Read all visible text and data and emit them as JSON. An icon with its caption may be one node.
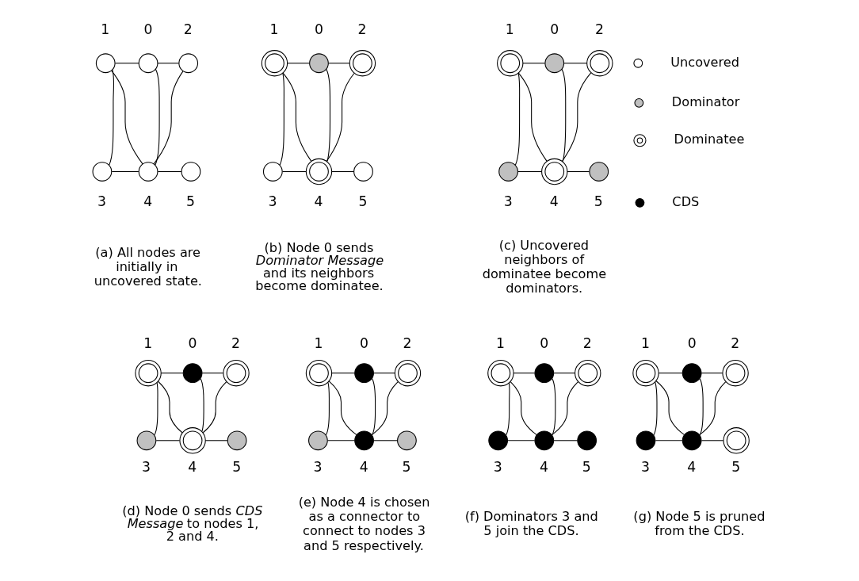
{
  "diagram": {
    "nodes": [
      {
        "text": [],
        "shape": "circle",
        "beside": [
          "1"
        ]
      },
      {
        "text": [],
        "shape": "circle",
        "beside": [
          "0"
        ]
      },
      {
        "text": [],
        "shape": "circle",
        "beside": [
          "2"
        ]
      },
      {
        "text": [],
        "shape": "circle",
        "beside": [
          "3"
        ]
      },
      {
        "text": [],
        "shape": "circle",
        "beside": [
          "4"
        ]
      },
      {
        "text": [],
        "shape": "circle",
        "beside": [
          "5"
        ]
      },
      {
        "text": [],
        "shape": "circle",
        "beside": [
          "1"
        ]
      },
      {
        "text": [],
        "shape": "circle",
        "beside": [
          "0"
        ]
      },
      {
        "text": [],
        "shape": "circle",
        "beside": [
          "2"
        ]
      },
      {
        "text": [],
        "shape": "circle",
        "beside": [
          "3"
        ]
      },
      {
        "text": [],
        "shape": "circle",
        "beside": [
          "4"
        ]
      },
      {
        "text": [],
        "shape": "circle",
        "beside": [
          "5"
        ]
      },
      {
        "text": [],
        "shape": "circle",
        "beside": [
          "1"
        ]
      },
      {
        "text": [],
        "shape": "circle",
        "beside": [
          "0"
        ]
      },
      {
        "text": [],
        "shape": "circle",
        "beside": [
          "2"
        ]
      },
      {
        "text": [],
        "shape": "circle",
        "beside": [
          "3"
        ]
      },
      {
        "text": [],
        "shape": "circle",
        "beside": [
          "4"
        ]
      },
      {
        "text": [],
        "shape": "circle",
        "beside": [
          "5"
        ]
      },
      {
        "text": [],
        "shape": "circle",
        "beside": [
          "1"
        ]
      },
      {
        "text": [],
        "shape": "circle",
        "beside": [
          "0"
        ]
      },
      {
        "text": [],
        "shape": "circle",
        "beside": [
          "2"
        ]
      },
      {
        "text": [],
        "shape": "circle",
        "beside": [
          "3"
        ]
      },
      {
        "text": [],
        "shape": "circle",
        "beside": [
          "4"
        ]
      },
      {
        "text": [],
        "shape": "circle",
        "beside": [
          "5"
        ]
      },
      {
        "text": [],
        "shape": "circle",
        "beside": [
          "1"
        ]
      },
      {
        "text": [],
        "shape": "circle",
        "beside": [
          "0"
        ]
      },
      {
        "text": [],
        "shape": "circle",
        "beside": [
          "2"
        ]
      },
      {
        "text": [],
        "shape": "circle",
        "beside": [
          "3"
        ]
      },
      {
        "text": [],
        "shape": "circle",
        "beside": [
          "4"
        ]
      },
      {
        "text": [],
        "shape": "circle",
        "beside": [
          "5"
        ]
      },
      {
        "text": [],
        "shape": "circle",
        "beside": [
          "1"
        ]
      },
      {
        "text": [],
        "shape": "circle",
        "beside": [
          "0"
        ]
      },
      {
        "text": [],
        "shape": "circle",
        "beside": [
          "2"
        ]
      },
      {
        "text": [],
        "shape": "circle",
        "beside": [
          "3"
        ]
      },
      {
        "text": [],
        "shape": "circle",
        "beside": [
          "4"
        ]
      },
      {
        "text": [],
        "shape": "circle",
        "beside": [
          "5"
        ]
      },
      {
        "text": [],
        "shape": "circle",
        "beside": [
          "1"
        ]
      },
      {
        "text": [],
        "shape": "circle",
        "beside": [
          "0"
        ]
      },
      {
        "text": [],
        "shape": "circle",
        "beside": [
          "2"
        ]
      },
      {
        "text": [],
        "shape": "circle",
        "beside": [
          "3"
        ]
      },
      {
        "text": [],
        "shape": "circle",
        "beside": [
          "4"
        ]
      },
      {
        "text": [],
        "shape": "circle",
        "beside": [
          "5"
        ]
      }
    ],
    "edges": [
      {
        "from": 0,
        "to": 1,
        "arrow": "none"
      },
      {
        "from": 1,
        "to": 2,
        "arrow": "none"
      },
      {
        "from": 0,
        "to": 3,
        "arrow": "none"
      },
      {
        "from": 0,
        "to": 4,
        "arrow": "none"
      },
      {
        "from": 1,
        "to": 4,
        "arrow": "none"
      },
      {
        "from": 2,
        "to": 4,
        "arrow": "none"
      },
      {
        "from": 3,
        "to": 4,
        "arrow": "none"
      },
      {
        "from": 4,
        "to": 5,
        "arrow": "none"
      },
      {
        "from": 6,
        "to": 7,
        "arrow": "none"
      },
      {
        "from": 7,
        "to": 8,
        "arrow": "none"
      },
      {
        "from": 6,
        "to": 9,
        "arrow": "none"
      },
      {
        "from": 6,
        "to": 10,
        "arrow": "none"
      },
      {
        "from": 7,
        "to": 10,
        "arrow": "none"
      },
      {
        "from": 8,
        "to": 10,
        "arrow": "none"
      },
      {
        "from": 9,
        "to": 10,
        "arrow": "none"
      },
      {
        "from": 10,
        "to": 11,
        "arrow": "none"
      },
      {
        "from": 12,
        "to": 13,
        "arrow": "none"
      },
      {
        "from": 13,
        "to": 14,
        "arrow": "none"
      },
      {
        "from": 12,
        "to": 15,
        "arrow": "none"
      },
      {
        "from": 12,
        "to": 16,
        "arrow": "none"
      },
      {
        "from": 13,
        "to": 16,
        "arrow": "none"
      },
      {
        "from": 14,
        "to": 16,
        "arrow": "none"
      },
      {
        "from": 15,
        "to": 16,
        "arrow": "none"
      },
      {
        "from": 16,
        "to": 17,
        "arrow": "none"
      },
      {
        "from": 18,
        "to": 19,
        "arrow": "none"
      },
      {
        "from": 19,
        "to": 20,
        "arrow": "none"
      },
      {
        "from": 18,
        "to": 21,
        "arrow": "none"
      },
      {
        "from": 18,
        "to": 22,
        "arrow": "none"
      },
      {
        "from": 19,
        "to": 22,
        "arrow": "none"
      },
      {
        "from": 20,
        "to": 22,
        "arrow": "none"
      },
      {
        "from": 21,
        "to": 22,
        "arrow": "none"
      },
      {
        "from": 22,
        "to": 23,
        "arrow": "none"
      },
      {
        "from": 24,
        "to": 25,
        "arrow": "none"
      },
      {
        "from": 25,
        "to": 26,
        "arrow": "none"
      },
      {
        "from": 24,
        "to": 27,
        "arrow": "none"
      },
      {
        "from": 24,
        "to": 28,
        "arrow": "none"
      },
      {
        "from": 25,
        "to": 28,
        "arrow": "none"
      },
      {
        "from": 26,
        "to": 28,
        "arrow": "none"
      },
      {
        "from": 27,
        "to": 28,
        "arrow": "none"
      },
      {
        "from": 28,
        "to": 29,
        "arrow": "none"
      },
      {
        "from": 30,
        "to": 31,
        "arrow": "none"
      },
      {
        "from": 31,
        "to": 32,
        "arrow": "none"
      },
      {
        "from": 30,
        "to": 33,
        "arrow": "none"
      },
      {
        "from": 30,
        "to": 34,
        "arrow": "none"
      },
      {
        "from": 31,
        "to": 34,
        "arrow": "none"
      },
      {
        "from": 32,
        "to": 34,
        "arrow": "none"
      },
      {
        "from": 33,
        "to": 34,
        "arrow": "none"
      },
      {
        "from": 34,
        "to": 35,
        "arrow": "none"
      },
      {
        "from": 36,
        "to": 37,
        "arrow": "none"
      },
      {
        "from": 37,
        "to": 38,
        "arrow": "none"
      },
      {
        "from": 36,
        "to": 39,
        "arrow": "none"
      },
      {
        "from": 36,
        "to": 40,
        "arrow": "none"
      },
      {
        "from": 37,
        "to": 40,
        "arrow": "none"
      },
      {
        "from": 38,
        "to": 40,
        "arrow": "none"
      },
      {
        "from": 39,
        "to": 40,
        "arrow": "none"
      },
      {
        "from": 40,
        "to": 41,
        "arrow": "none"
      }
    ],
    "labels": [
      "(a) All nodes are initially in uncovered state.",
      "(b) Node 0 sends *Dominator Message* and its neighbors become dominatee.",
      "(c) Uncovered neighbors of dominatee become dominators.",
      "(d) Node 0 sends *CDS Message* to nodes 1, 2 and 4.",
      "(e) Node 4 is chosen as a connector to connect to nodes 3 and 5 respectively.",
      "(f) Dominators 3 and 5 join the CDS.",
      "(g) Node 5 is pruned from the CDS."
    ],
    "legend": [
      {
        "text": "Uncovered"
      },
      {
        "text": "Dominator"
      },
      {
        "text": "Dominatee"
      },
      {
        "text": "CDS"
      }
    ]
  }
}
